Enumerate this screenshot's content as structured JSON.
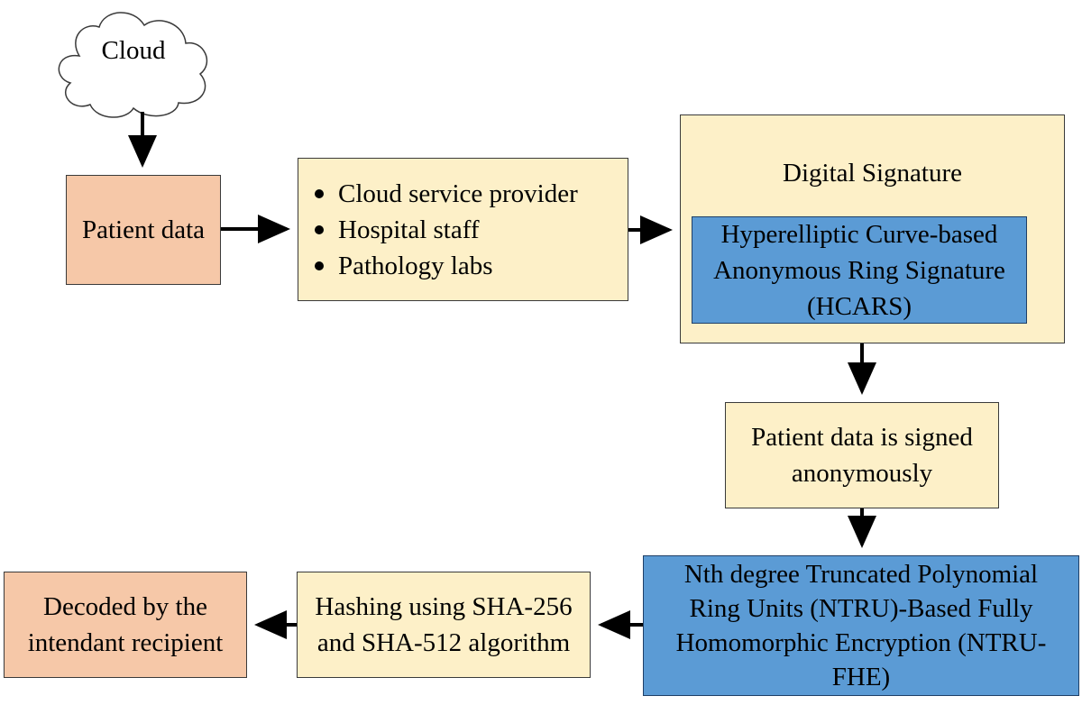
{
  "cloud": {
    "label": "Cloud"
  },
  "patient_data": {
    "label": "Patient data"
  },
  "actors": {
    "items": [
      "Cloud service provider",
      "Hospital staff",
      "Pathology labs"
    ]
  },
  "digital_signature": {
    "title": "Digital Signature",
    "scheme_lines": [
      "Hyperelliptic Curve-based",
      "Anonymous Ring Signature",
      "(HCARS)"
    ]
  },
  "signed": {
    "lines": [
      "Patient data is signed",
      "anonymously"
    ]
  },
  "ntru": {
    "lines": [
      "Nth degree Truncated Polynomial",
      "Ring Units (NTRU)-Based Fully",
      "Homomorphic Encryption (NTRU-",
      "FHE)"
    ]
  },
  "hashing": {
    "lines": [
      "Hashing using SHA-256",
      "and SHA-512 algorithm"
    ]
  },
  "decoded": {
    "lines": [
      "Decoded by the",
      "intendant recipient"
    ]
  },
  "colors": {
    "cream": "#fdf0c8",
    "salmon": "#f6c8a8",
    "blue": "#5b9bd5",
    "arrow": "#000000"
  }
}
